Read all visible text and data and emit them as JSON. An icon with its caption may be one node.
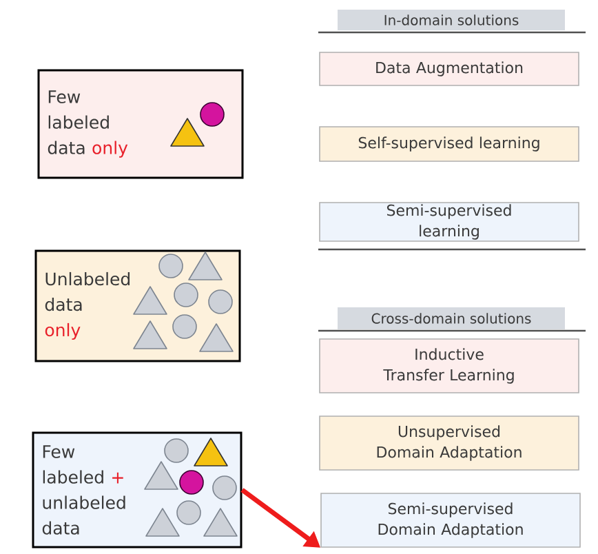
{
  "diagram": {
    "nodes": [
      {
        "text": [
          "Few labeled data",
          "only"
        ]
      },
      {
        "text": [
          "Unlabeled data",
          "only"
        ]
      },
      {
        "text": [
          "Few labeled",
          "+",
          "unlabeled data"
        ]
      },
      {
        "text": [
          "In-domain solutions"
        ]
      },
      {
        "text": [
          "Data Augmentation"
        ]
      },
      {
        "text": [
          "Self-supervised learning"
        ]
      },
      {
        "text": [
          "Semi-supervised learning"
        ]
      },
      {
        "text": [
          "Cross-domain solutions"
        ]
      },
      {
        "text": [
          "Inductive Transfer Learning"
        ]
      },
      {
        "text": [
          "Unsupervised Domain Adaptation"
        ]
      },
      {
        "text": [
          "Semi-supervised Domain Adaptation"
        ]
      }
    ],
    "edges": [
      {
        "from": 2,
        "to": 10,
        "arrow": "to",
        "color": "#ee1c1c"
      }
    ]
  }
}
